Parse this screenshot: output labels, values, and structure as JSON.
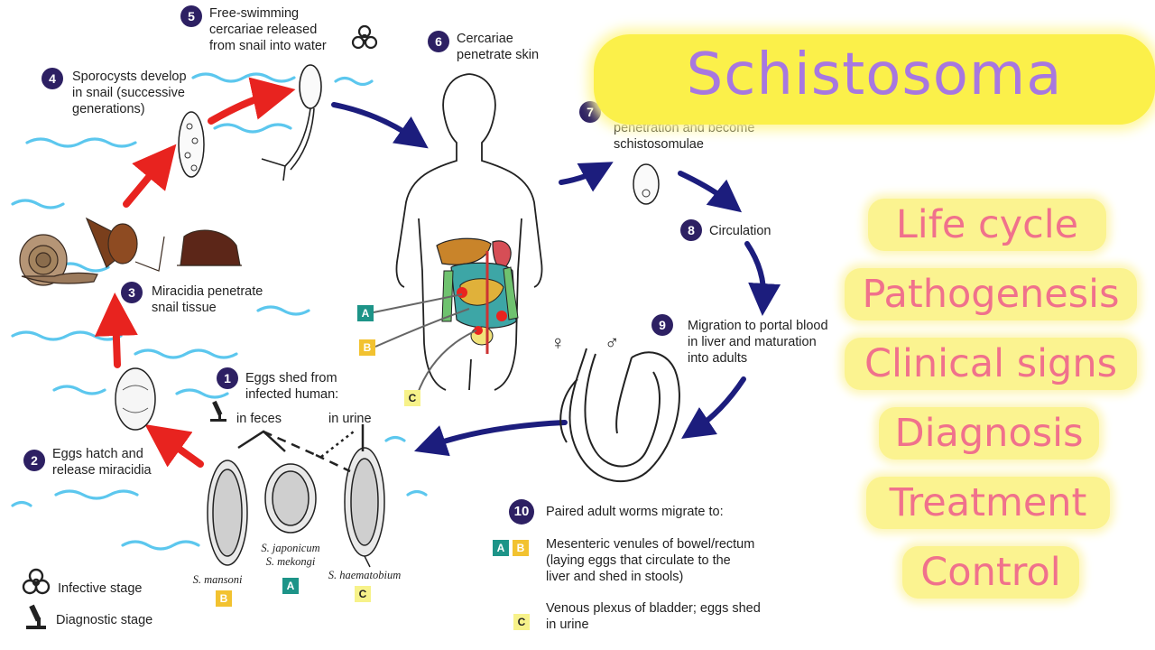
{
  "title": "Schistosoma",
  "topics": [
    "Life cycle",
    "Pathogenesis",
    "Clinical signs",
    "Diagnosis",
    "Treatment",
    "Control"
  ],
  "steps": [
    {
      "n": "1",
      "text": "Eggs shed from\ninfected human:"
    },
    {
      "n": "2",
      "text": "Eggs hatch and\nrelease miracidia"
    },
    {
      "n": "3",
      "text": "Miracidia penetrate\nsnail tissue"
    },
    {
      "n": "4",
      "text": "Sporocysts develop\nin snail (successive\ngenerations)"
    },
    {
      "n": "5",
      "text": "Free-swimming\ncercariae released\nfrom snail into water"
    },
    {
      "n": "6",
      "text": "Cercariae\npenetrate skin"
    },
    {
      "n": "7",
      "text": "penetration and become\nschistosomulae"
    },
    {
      "n": "8",
      "text": "Circulation"
    },
    {
      "n": "9",
      "text": "Migration to portal blood\nin liver and maturation\ninto adults"
    },
    {
      "n": "10",
      "text": "Paired adult worms migrate to:"
    }
  ],
  "shed": {
    "feces": "in feces",
    "urine": "in urine"
  },
  "destinations": [
    {
      "badges": [
        "A",
        "B"
      ],
      "text": "Mesenteric venules of bowel/rectum\n(laying eggs that circulate to the\nliver and shed in stools)"
    },
    {
      "badges": [
        "C"
      ],
      "text": "Venous plexus of bladder; eggs shed\nin urine"
    }
  ],
  "species": [
    {
      "name": "S. mansoni",
      "badge": "B"
    },
    {
      "name": "S. japonicum\nS. mekongi",
      "badge": "A"
    },
    {
      "name": "S. haematobium",
      "badge": "C"
    }
  ],
  "site_badges": [
    "A",
    "B",
    "C"
  ],
  "sex_symbols": {
    "female": "♀",
    "male": "♂"
  },
  "legend": [
    {
      "icon": "biohazard-icon",
      "text": "Infective stage"
    },
    {
      "icon": "microscope-icon",
      "text": "Diagnostic stage"
    }
  ],
  "colors": {
    "title_bg": "#fbf04a",
    "title_text": "#a777e0",
    "topic_bg": "#fbf390",
    "topic_text": "#f0718c",
    "step_circle": "#2d2063",
    "arrow_red": "#e8231f",
    "arrow_navy": "#1c1d7d",
    "water": "#5cc7ee",
    "badge_a": "#1d9488",
    "badge_b": "#f2c230",
    "badge_c": "#f7f28a"
  }
}
